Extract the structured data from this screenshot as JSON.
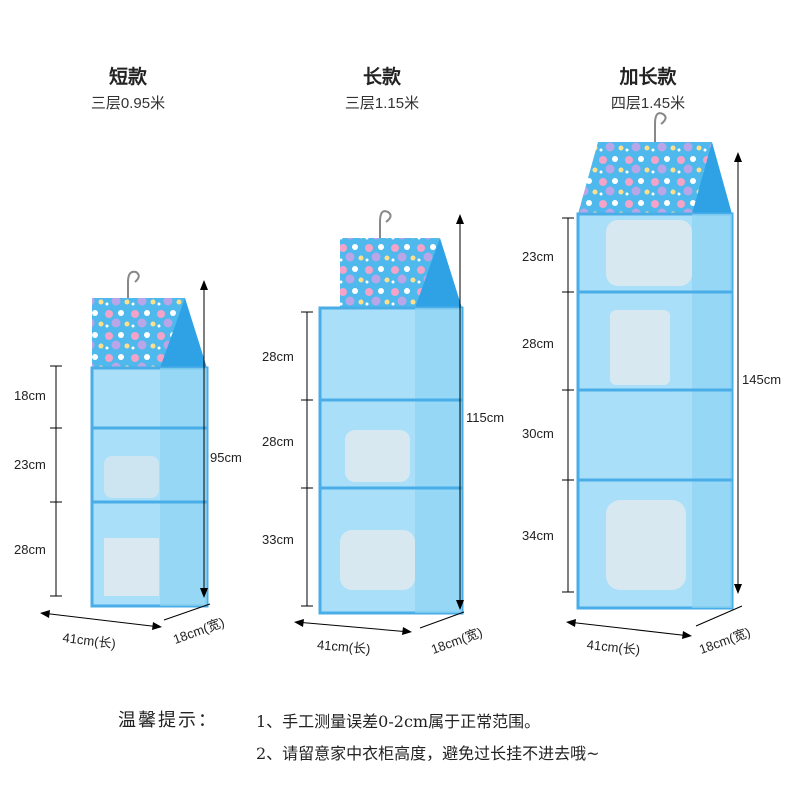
{
  "products": [
    {
      "name": "短款",
      "spec": "三层0.95米",
      "shelves": [
        "18cm",
        "23cm",
        "28cm"
      ],
      "height": "95cm",
      "length": "41cm(长)",
      "width": "18cm(宽)"
    },
    {
      "name": "长款",
      "spec": "三层1.15米",
      "shelves": [
        "28cm",
        "28cm",
        "33cm"
      ],
      "height": "115cm",
      "length": "41cm(长)",
      "width": "18cm(宽)"
    },
    {
      "name": "加长款",
      "spec": "四层1.45米",
      "shelves": [
        "23cm",
        "28cm",
        "30cm",
        "34cm"
      ],
      "height": "145cm",
      "length": "41cm(长)",
      "width": "18cm(宽)"
    }
  ],
  "tips": {
    "label": "温馨提示：",
    "line1": "1、手工测量误差0-2cm属于正常范围。",
    "line2": "2、请留意家中衣柜高度，避免过长挂不进去哦~"
  },
  "colors": {
    "fabric": "#5cc0f0",
    "fabric_light": "#a9dff8",
    "edge": "#2f9ee0"
  }
}
